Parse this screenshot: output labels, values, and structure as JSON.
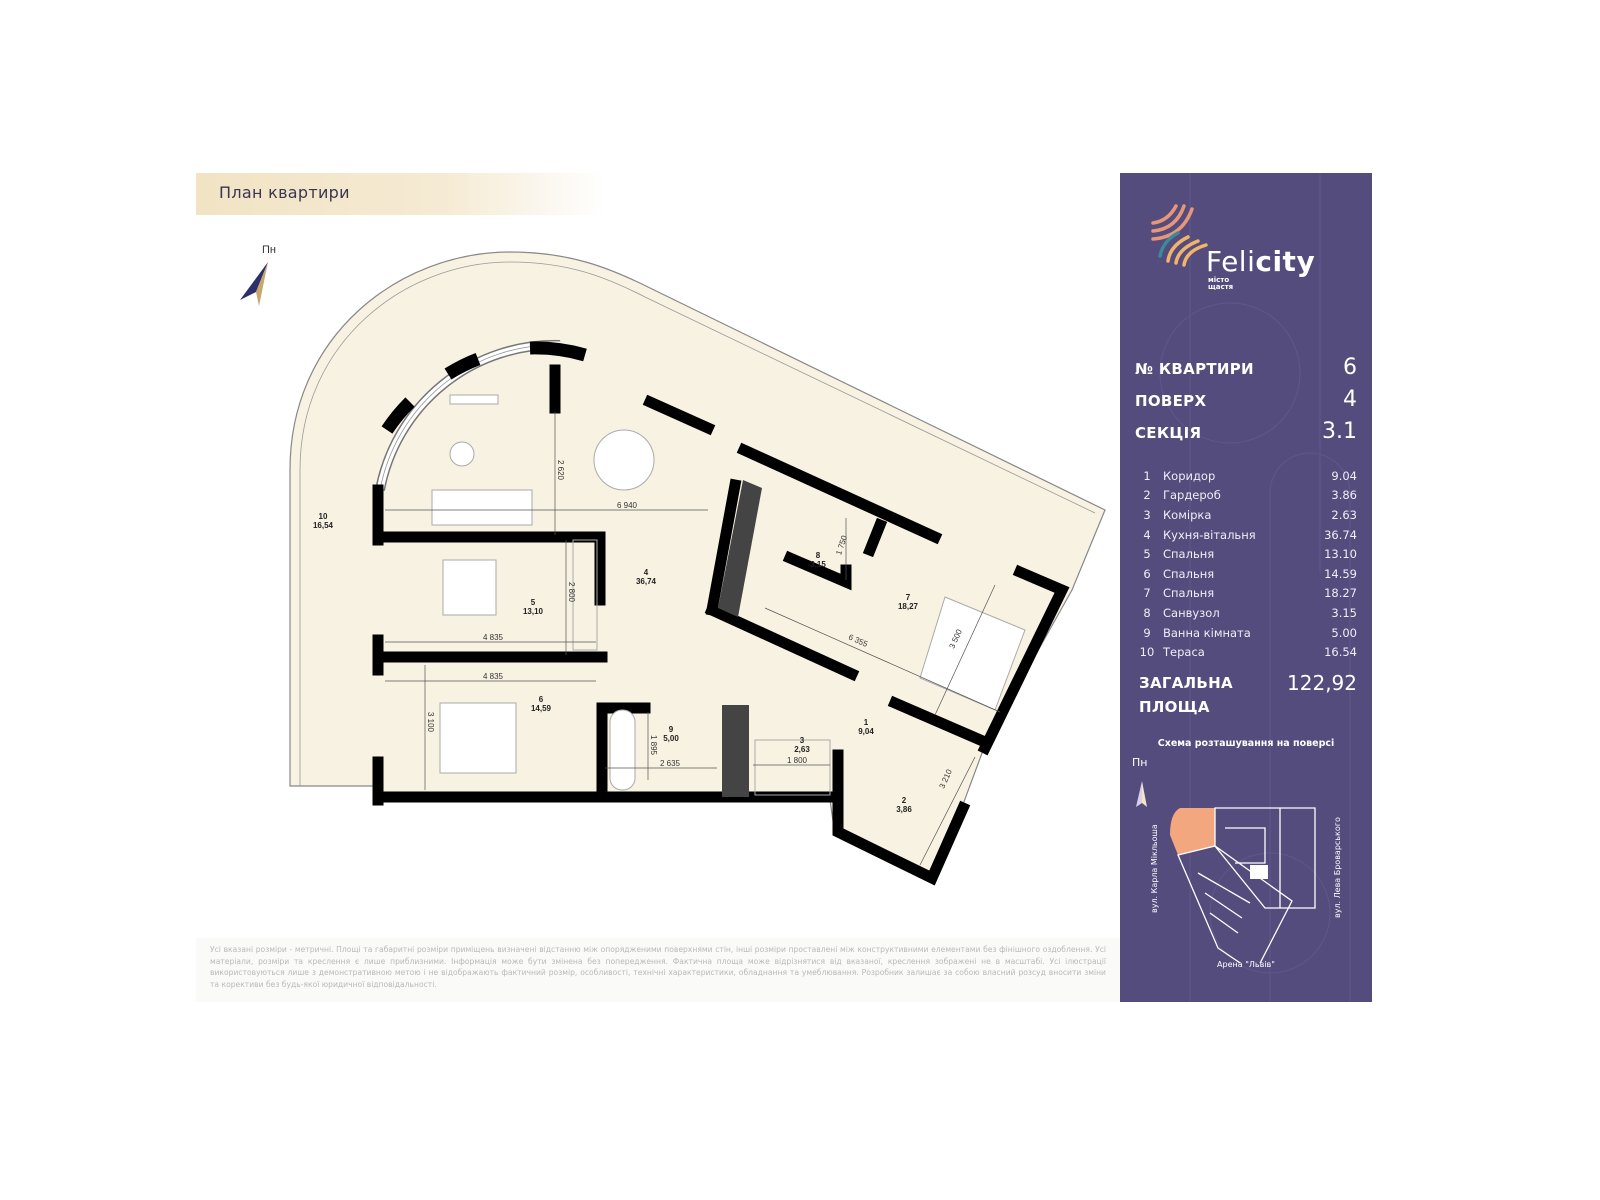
{
  "header": {
    "title": "План квартири"
  },
  "north_label": "Пн",
  "rooms_on_plan": [
    {
      "num": "10",
      "area": "16,54"
    },
    {
      "num": "5",
      "area": "13,10"
    },
    {
      "num": "4",
      "area": "36,74"
    },
    {
      "num": "6",
      "area": "14,59"
    },
    {
      "num": "9",
      "area": "5,00"
    },
    {
      "num": "3",
      "area": "2,63"
    },
    {
      "num": "1",
      "area": "9,04"
    },
    {
      "num": "2",
      "area": "3,86"
    },
    {
      "num": "8",
      "area": "3,15"
    },
    {
      "num": "7",
      "area": "18,27"
    }
  ],
  "dimensions": [
    "2 620",
    "6 940",
    "2 800",
    "4 835",
    "4 835",
    "3 100",
    "1 895",
    "2 635",
    "1 800",
    "1 750",
    "6 355",
    "3 500",
    "3 210"
  ],
  "disclaimer": "Усі вказані розміри - метричні. Площі та габаритні розміри приміщень визначені відстанню між опорядженими поверхнями стін, інші розміри проставлені між конструктивними елементами без фінішного оздоблення. Усі матеріали, розміри та креслення є лише приблизними. Інформація може бути змінена без попередження. Фактична площа може відрізнятися від вказаної, креслення зображені не в масштабі. Усі ілюстрації використовуються лише з демонстративною метою і не відображають фактичний розмір, особливості, технічні характеристики, обладнання та умеблювання. Розробник залишає за собою власний розсуд вносити зміни та корективи без будь-якої юридичної відповідальності.",
  "panel": {
    "brand_light": "Feli",
    "brand_bold": "city",
    "tagline_1": "місто",
    "tagline_2": "щастя",
    "apartment_label": "№ КВАРТИРИ",
    "apartment_value": "6",
    "floor_label": "ПОВЕРХ",
    "floor_value": "4",
    "section_label": "СЕКЦІЯ",
    "section_value": "3.1",
    "rooms": [
      {
        "num": "1",
        "name": "Коридор",
        "area": "9.04"
      },
      {
        "num": "2",
        "name": "Гардероб",
        "area": "3.86"
      },
      {
        "num": "3",
        "name": "Комірка",
        "area": "2.63"
      },
      {
        "num": "4",
        "name": "Кухня-вітальня",
        "area": "36.74"
      },
      {
        "num": "5",
        "name": "Спальня",
        "area": "13.10"
      },
      {
        "num": "6",
        "name": "Спальня",
        "area": "14.59"
      },
      {
        "num": "7",
        "name": "Спальня",
        "area": "18.27"
      },
      {
        "num": "8",
        "name": "Санвузол",
        "area": "3.15"
      },
      {
        "num": "9",
        "name": "Ванна кімната",
        "area": "5.00"
      },
      {
        "num": "10",
        "name": "Тераса",
        "area": "16.54"
      }
    ],
    "total_label": "ЗАГАЛЬНА ПЛОЩА",
    "total_value": "122,92",
    "scheme_title": "Схема розташування на поверсі",
    "north_label": "Пн",
    "street_left": "вул. Карла Мікльоша",
    "street_right": "вул. Лева Броварського",
    "arena": "Арена \"Львів\""
  },
  "colors": {
    "panel_bg": "#534c7c",
    "floor_fill": "#f8f2e2",
    "highlight": "#f3a77e",
    "wall": "#000000"
  }
}
